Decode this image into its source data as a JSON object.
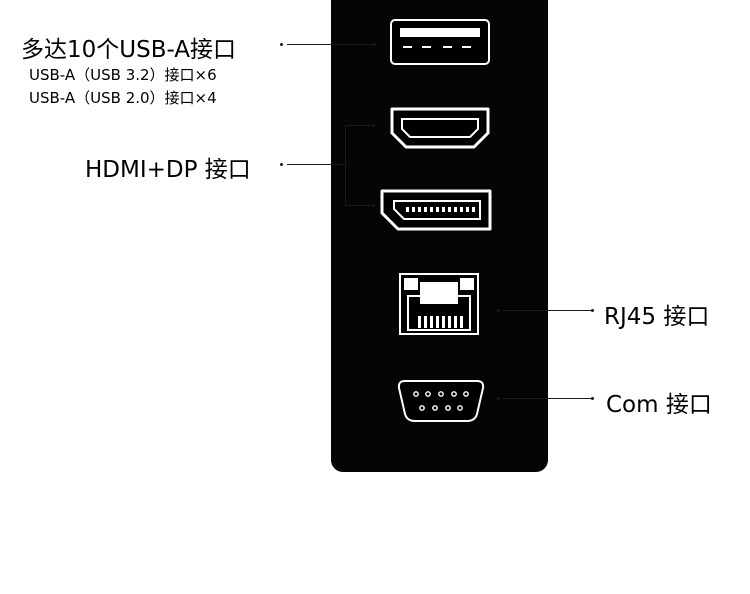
{
  "usb": {
    "title": "多达10个USB-A接口",
    "line1": "USB-A（USB 3.2）接口×6",
    "line2": "USB-A（USB 2.0）接口×4"
  },
  "hdmi": {
    "title": "HDMI+DP 接口"
  },
  "rj45": {
    "title": "RJ45 接口"
  },
  "com": {
    "title": "Com 接口"
  },
  "icons": [
    "usb-a-port-icon",
    "hdmi-port-icon",
    "displayport-icon",
    "rj45-port-icon",
    "db9-com-port-icon"
  ]
}
